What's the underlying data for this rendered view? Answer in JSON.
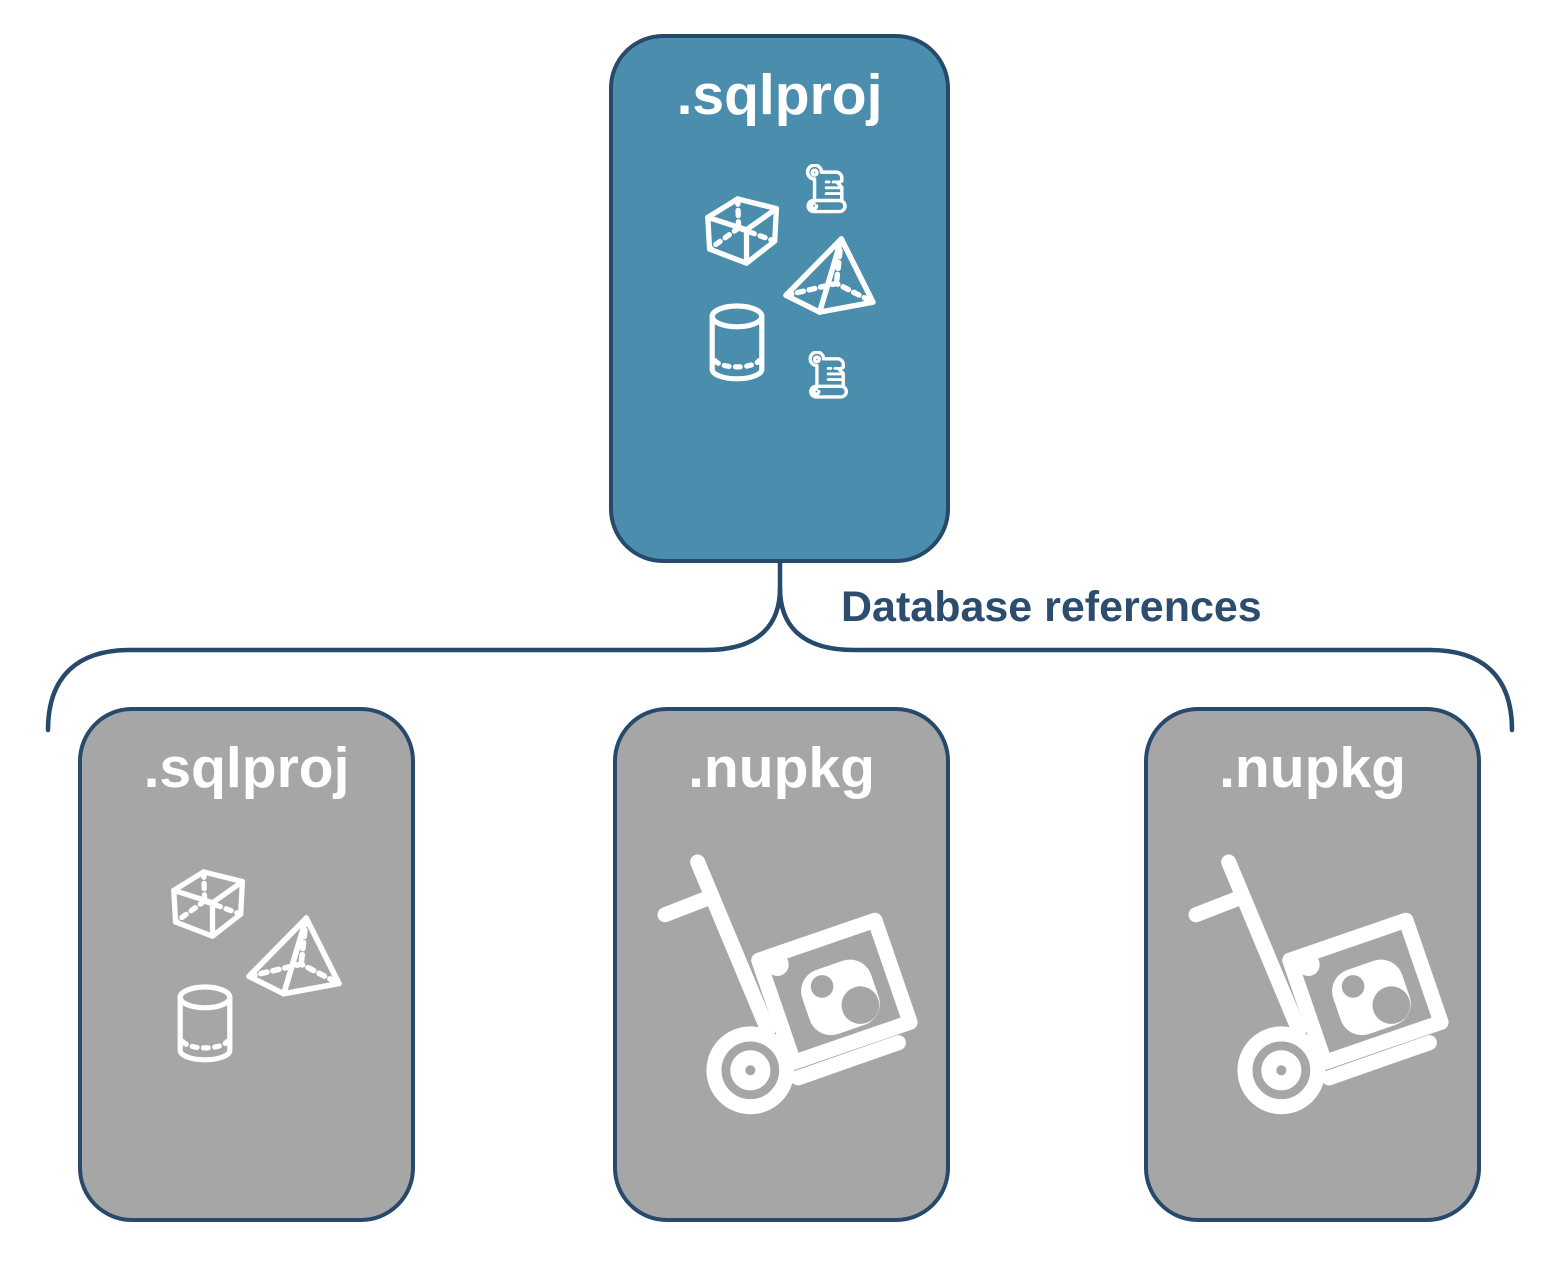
{
  "colors": {
    "accent_fill": "#4A8DAC",
    "node_fill_gray": "#A6A6A6",
    "outline": "#27496B",
    "label_text": "#2C4D6E",
    "icon_color": "#FFFFFF"
  },
  "root_node": {
    "label": ".sqlproj",
    "icons": [
      "scroll-icon",
      "cube-icon",
      "pyramid-icon",
      "cylinder-icon",
      "scroll-icon"
    ]
  },
  "connector": {
    "label": "Database references"
  },
  "child_nodes": [
    {
      "label": ".sqlproj",
      "icons": [
        "cube-icon",
        "pyramid-icon",
        "cylinder-icon"
      ]
    },
    {
      "label": ".nupkg",
      "icons": [
        "nuget-package-dolly-icon"
      ]
    },
    {
      "label": ".nupkg",
      "icons": [
        "nuget-package-dolly-icon"
      ]
    }
  ]
}
